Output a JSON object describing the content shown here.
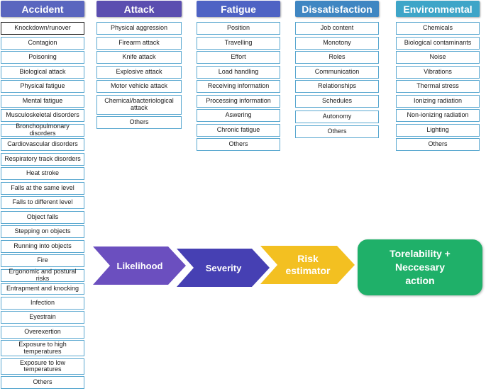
{
  "colors": {
    "accident": "#5a66bf",
    "attack": "#5b4eb0",
    "fatigue": "#4e63c4",
    "dissatisfaction": "#3f86c2",
    "environmental": "#3ea5c8",
    "likelihood": "#6b4fbf",
    "severity": "#4640b3",
    "risk": "#f3c021",
    "final": "#1fb069"
  },
  "columns": [
    {
      "key": "accident",
      "title": "Accident",
      "items": [
        "Knockdown/runover",
        "Contagion",
        "Poisoning",
        "Biological attack",
        "Physical fatigue",
        "Mental fatigue",
        "Musculoskeletal disorders",
        "Bronchopulmonary disorders",
        "Cardiovascular disorders",
        "Respiratory track disorders",
        "Heat stroke",
        "Falls  at the same level",
        "Falls  to different level",
        "Object falls",
        "Stepping on objects",
        "Running into objects",
        "Fire",
        "Ergonomic and postural risks",
        "Entrapment and knocking",
        "Infection",
        "Eyestrain",
        "Overexertion",
        "Exposure to high temperatures",
        "Exposure to low temperatures",
        "Others"
      ]
    },
    {
      "key": "attack",
      "title": "Attack",
      "items": [
        "Physical aggression",
        "Firearm attack",
        "Knife attack",
        "Explosive attack",
        "Motor vehicle attack",
        "Chemical/bacteriological attack",
        "Others"
      ]
    },
    {
      "key": "fatigue",
      "title": "Fatigue",
      "items": [
        "Position",
        "Travelling",
        "Effort",
        "Load handling",
        "Receiving information",
        "Processing information",
        "Aswering",
        "Chronic fatigue",
        "Others"
      ]
    },
    {
      "key": "dissatisfaction",
      "title": "Dissatisfaction",
      "items": [
        "Job content",
        "Monotony",
        "Roles",
        "Communication",
        "Relationships",
        "Schedules",
        "Autonomy",
        "Others"
      ]
    },
    {
      "key": "environmental",
      "title": "Environmental",
      "items": [
        "Chemicals",
        "Biological contaminants",
        "Noise",
        "Vibrations",
        "Thermal stress",
        "Ionizing radiation",
        "Non-ionizing radiation",
        "Lighting",
        "Others"
      ]
    }
  ],
  "flow": {
    "likelihood": "Likelihood",
    "severity": "Severity",
    "risk_line1": "Risk",
    "risk_line2": "estimator",
    "final_line1": "Torelability +",
    "final_line2": "Neccesary",
    "final_line3": "action"
  }
}
